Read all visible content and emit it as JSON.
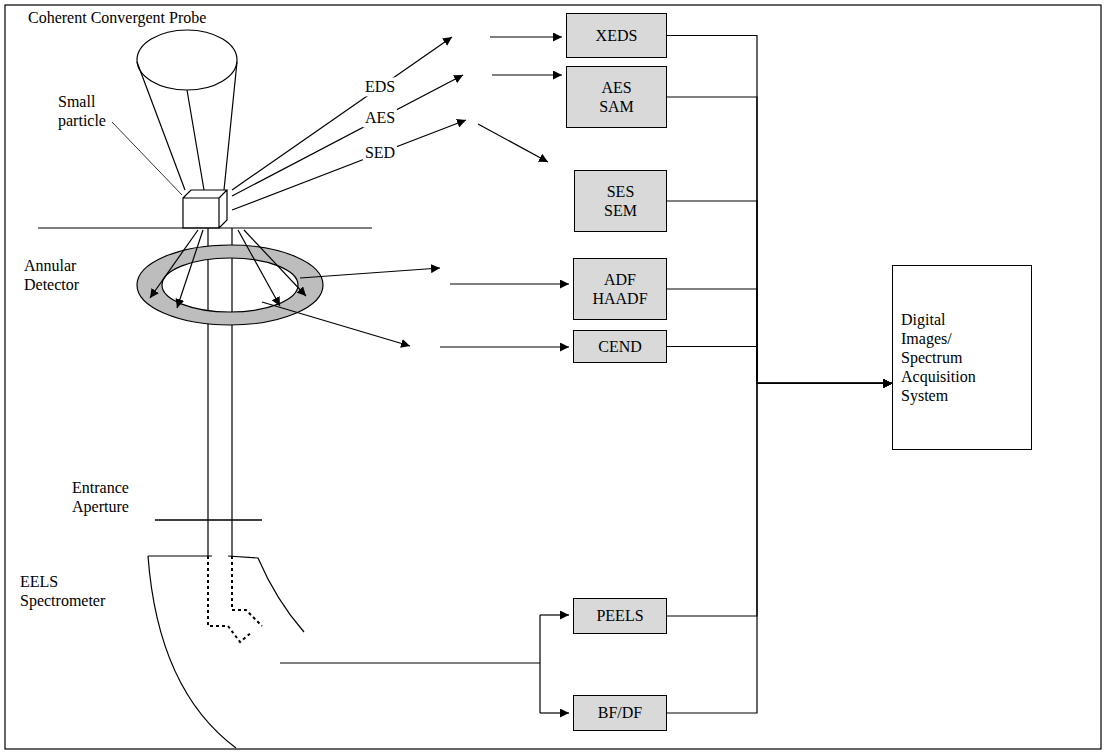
{
  "diagram": {
    "nodes": [
      {
        "text": [
          "XEDS"
        ]
      },
      {
        "text": [
          "AES",
          "SAM"
        ]
      },
      {
        "text": [
          "SES",
          "SEM"
        ]
      },
      {
        "text": [
          "ADF",
          "HAADF"
        ]
      },
      {
        "text": [
          "CEND"
        ]
      },
      {
        "text": [
          "PEELS"
        ]
      },
      {
        "text": [
          "BF/DF"
        ]
      },
      {
        "text": [
          "Digital Images/ Spectrum Acquisition System"
        ]
      }
    ],
    "edges": [
      {
        "from": 0,
        "to": 7,
        "arrow": "to"
      },
      {
        "from": 1,
        "to": 7,
        "arrow": "to"
      },
      {
        "from": 2,
        "to": 7,
        "arrow": "to"
      },
      {
        "from": 3,
        "to": 7,
        "arrow": "to"
      },
      {
        "from": 4,
        "to": 7,
        "arrow": "to"
      },
      {
        "from": 5,
        "to": 7,
        "arrow": "to"
      },
      {
        "from": 6,
        "to": 7,
        "arrow": "to"
      }
    ],
    "labels": [
      "Coherent Convergent Probe",
      "Small particle",
      "EDS",
      "AES",
      "SED",
      "Annular Detector",
      "Entrance Aperture",
      "EELS Spectrometer"
    ]
  }
}
